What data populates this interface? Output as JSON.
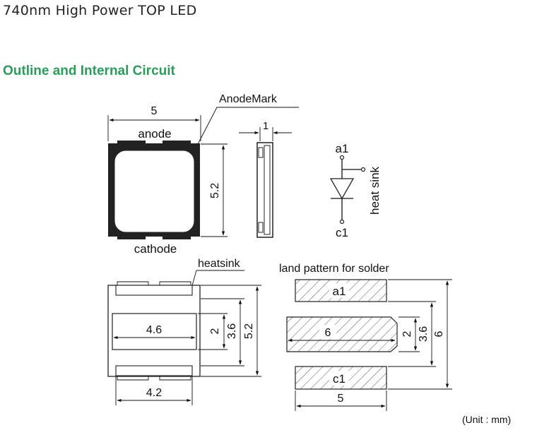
{
  "page": {
    "title": "740nm High Power TOP LED",
    "heading": "Outline and Internal Circuit",
    "unit_note": "(Unit : mm)"
  },
  "colors": {
    "heading": "#2e9a5c",
    "ink": "#111111",
    "background": "#ffffff"
  },
  "top_view": {
    "width_dim": "5",
    "height_dim": "5.2",
    "anode_label": "anode",
    "cathode_label": "cathode",
    "anode_mark_label": "AnodeMark"
  },
  "side_view": {
    "thickness_dim": "1"
  },
  "circuit": {
    "anode_terminal": "a1",
    "cathode_terminal": "c1",
    "heatsink_label": "heat sink"
  },
  "bottom_view": {
    "heatsink_label": "heatsink",
    "pad_width_dim": "4.6",
    "pad_height_dim": "2",
    "middle_height_dim": "3.6",
    "overall_height_dim": "5.2",
    "terminal_width_dim": "4.2"
  },
  "land_pattern": {
    "title": "land pattern for solder",
    "pad_a1": "a1",
    "pad_center": "6",
    "pad_c1": "c1",
    "pad_height_dim": "2",
    "middle_height_dim": "3.6",
    "overall_height_dim": "6",
    "width_dim": "5"
  }
}
